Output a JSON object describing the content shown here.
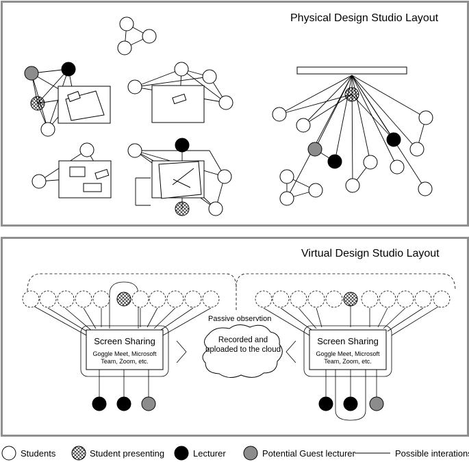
{
  "physical": {
    "title": "Physical Design Studio Layout"
  },
  "virtual": {
    "title": "Virtual Design Studio Layout",
    "left_box": {
      "title": "Screen Sharing",
      "subtitle": "Goggle Meet, Microsoft Team, Zoom, etc."
    },
    "right_box": {
      "title": "Screen Sharing",
      "subtitle": "Goggle Meet, Microsoft Team, Zoom, etc."
    },
    "passive_label": "Passive observtion",
    "cloud_label": "Recorded and uploaded to the cloud"
  },
  "legend": {
    "items": [
      {
        "label": "Students",
        "icon": "circle-white-icon"
      },
      {
        "label": "Student presenting",
        "icon": "circle-crosshatch-icon"
      },
      {
        "label": "Lecturer",
        "icon": "circle-black-icon"
      },
      {
        "label": "Potential Guest lecturer",
        "icon": "circle-gray-icon"
      },
      {
        "label": "Possible interations",
        "icon": "line-icon"
      }
    ]
  },
  "colors": {
    "border": "#8f8f8f",
    "lecturer": "#000000",
    "guest": "#8c8c8c",
    "student": "#ffffff"
  }
}
